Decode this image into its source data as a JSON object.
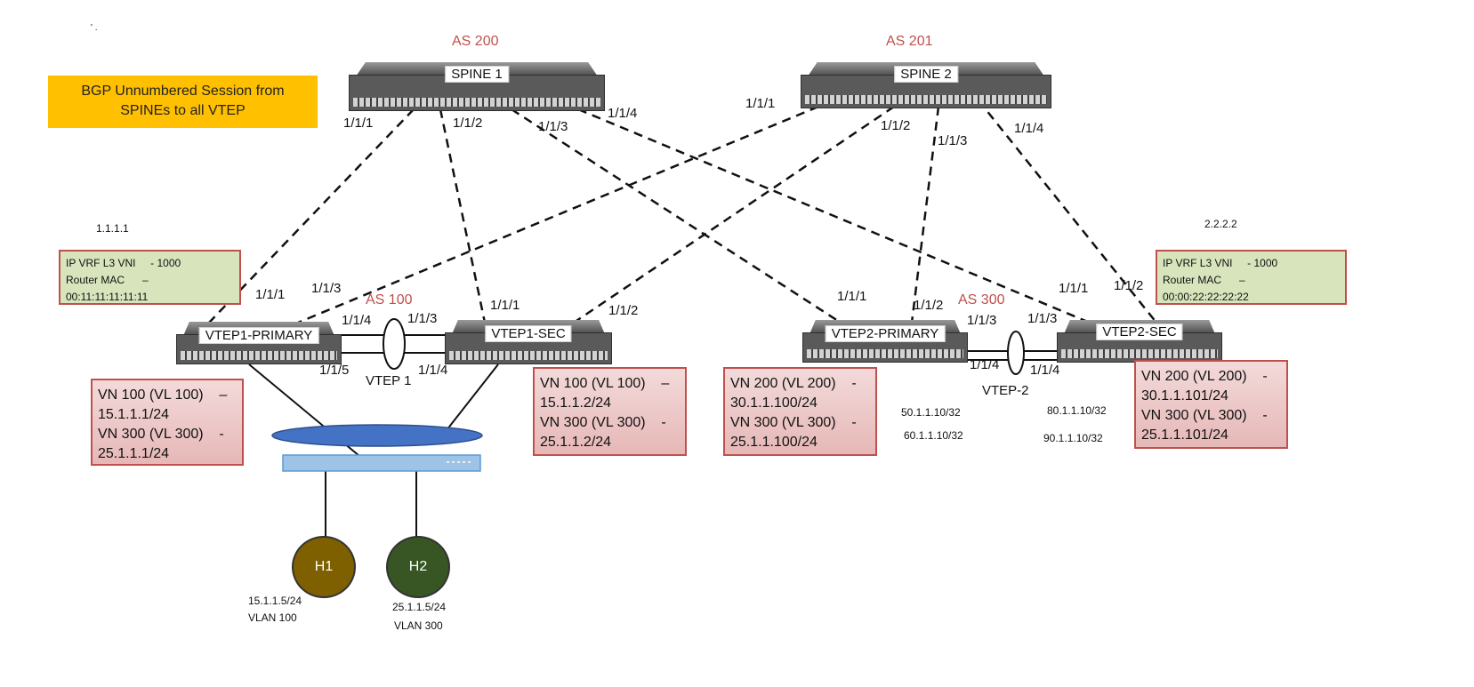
{
  "banner": {
    "line1": "BGP Unnumbered Session from",
    "line2": "SPINEs to all VTEP"
  },
  "top_left_mark": "' .",
  "as_labels": {
    "spine1": "AS 200",
    "spine2": "AS 201",
    "vtep1": "AS 100",
    "vtep2": "AS 300"
  },
  "switches": {
    "spine1": "SPINE 1",
    "spine2": "SPINE 2",
    "vtep1_primary": "VTEP1-PRIMARY",
    "vtep1_sec": "VTEP1-SEC",
    "vtep2_primary": "VTEP2-PRIMARY",
    "vtep2_sec": "VTEP2-SEC"
  },
  "ports": {
    "s1_p1": "1/1/1",
    "s1_p2": "1/1/2",
    "s1_p3": "1/1/3",
    "s1_p4": "1/1/4",
    "s2_p1": "1/1/1",
    "s2_p2": "1/1/2",
    "s2_p3": "1/1/3",
    "s2_p4": "1/1/4",
    "v1p_up1": "1/1/1",
    "v1p_up3": "1/1/3",
    "v1p_isl4": "1/1/4",
    "v1p_isl5": "1/1/5",
    "v1s_isl3": "1/1/3",
    "v1s_isl4": "1/1/4",
    "v1s_up1": "1/1/1",
    "v1s_up2": "1/1/2",
    "v2p_up1": "1/1/1",
    "v2p_up2": "1/1/2",
    "v2p_isl3": "1/1/3",
    "v2p_isl4": "1/1/4",
    "v2s_isl3": "1/1/3",
    "v2s_isl4": "1/1/4",
    "v2s_up1": "1/1/1",
    "v2s_up2": "1/1/2"
  },
  "lag_labels": {
    "vtep1": "VTEP 1",
    "vtep2": "VTEP-2"
  },
  "router_ids": {
    "vtep1": "1.1.1.1",
    "vtep2": "2.2.2.2"
  },
  "l3vni_boxes": {
    "vtep1": {
      "line1": "IP VRF L3 VNI     - 1000",
      "line2": "Router MAC      –",
      "line3": "00:11:11:11:11:11"
    },
    "vtep2": {
      "line1": "IP VRF L3 VNI     - 1000",
      "line2": "Router MAC      –",
      "line3": "00:00:22:22:22:22"
    }
  },
  "vn_boxes": {
    "vtep1_primary": {
      "line1": "VN 100 (VL 100)    –",
      "line2": "15.1.1.1/24",
      "line3": "VN 300 (VL 300)    -",
      "line4": "25.1.1.1/24"
    },
    "vtep1_sec": {
      "line1": "VN 100 (VL 100)    –",
      "line2": "15.1.1.2/24",
      "line3": "VN 300 (VL 300)    -",
      "line4": "25.1.1.2/24"
    },
    "vtep2_primary": {
      "line1": "VN 200 (VL 200)    -",
      "line2": "30.1.1.100/24",
      "line3": "VN 300 (VL 300)    -",
      "line4": "25.1.1.100/24"
    },
    "vtep2_sec": {
      "line1": "VN 200 (VL 200)    -",
      "line2": "30.1.1.101/24",
      "line3": "VN 300 (VL 300)    -",
      "line4": "25.1.1.101/24"
    }
  },
  "loopbacks": {
    "a": "50.1.1.10/32",
    "b": "60.1.1.10/32",
    "c": "80.1.1.10/32",
    "d": "90.1.1.10/32"
  },
  "hosts": {
    "h1": {
      "label": "H1",
      "ip": "15.1.1.5/24",
      "vlan": "VLAN 100",
      "color": "#7f6000"
    },
    "h2": {
      "label": "H2",
      "ip": "25.1.1.5/24",
      "vlan": "VLAN 300",
      "color": "#375623"
    }
  },
  "colors": {
    "banner": "#ffc000",
    "as_label": "#c0504d",
    "green_box": "#d8e4bc",
    "red_box": "#e6b8b7",
    "access_switch": "#5b9bd5",
    "ellipse": "#4472c4"
  }
}
